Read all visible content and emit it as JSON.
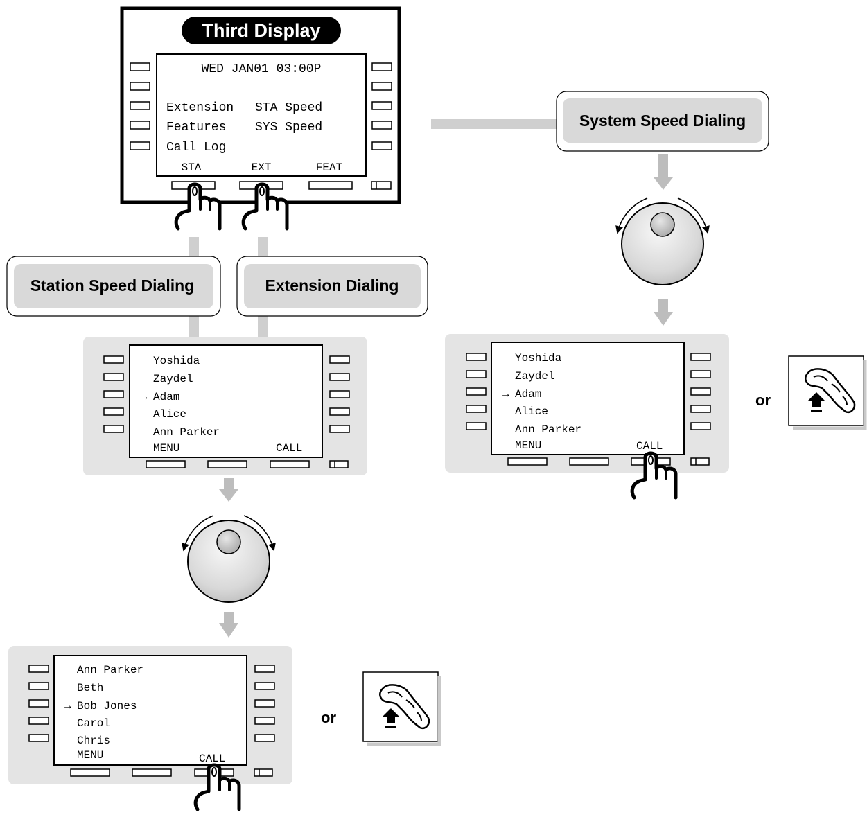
{
  "third_display": {
    "title": "Third Display",
    "datetime": "WED JAN01 03:00P",
    "menu_left": [
      "Extension",
      "Features",
      "Call Log"
    ],
    "menu_right": [
      "STA Speed",
      "SYS Speed"
    ],
    "softkeys": [
      "STA",
      "EXT",
      "FEAT"
    ]
  },
  "labels": {
    "system_speed": "System Speed Dialing",
    "station_speed": "Station Speed Dialing",
    "extension_dialing": "Extension Dialing",
    "or_1": "or",
    "or_2": "or"
  },
  "directory_screen": {
    "arrow": "→",
    "names": [
      "Yoshida",
      "Zaydel",
      "Adam",
      "Alice",
      "Ann Parker"
    ],
    "selected_index": 2,
    "menu": "MENU",
    "call": "CALL"
  },
  "system_screen": {
    "arrow": "→",
    "names": [
      "Yoshida",
      "Zaydel",
      "Adam",
      "Alice",
      "Ann Parker"
    ],
    "selected_index": 2,
    "menu": "MENU",
    "call": "CALL"
  },
  "result_screen": {
    "arrow": "→",
    "names": [
      "Ann Parker",
      "Beth",
      "Bob Jones",
      "Carol",
      "Chris"
    ],
    "selected_index": 2,
    "menu": "MENU",
    "call": "CALL"
  },
  "icons": {
    "hand": "pointing-hand-icon",
    "dial": "jog-dial-icon",
    "handset": "off-hook-handset-icon"
  }
}
